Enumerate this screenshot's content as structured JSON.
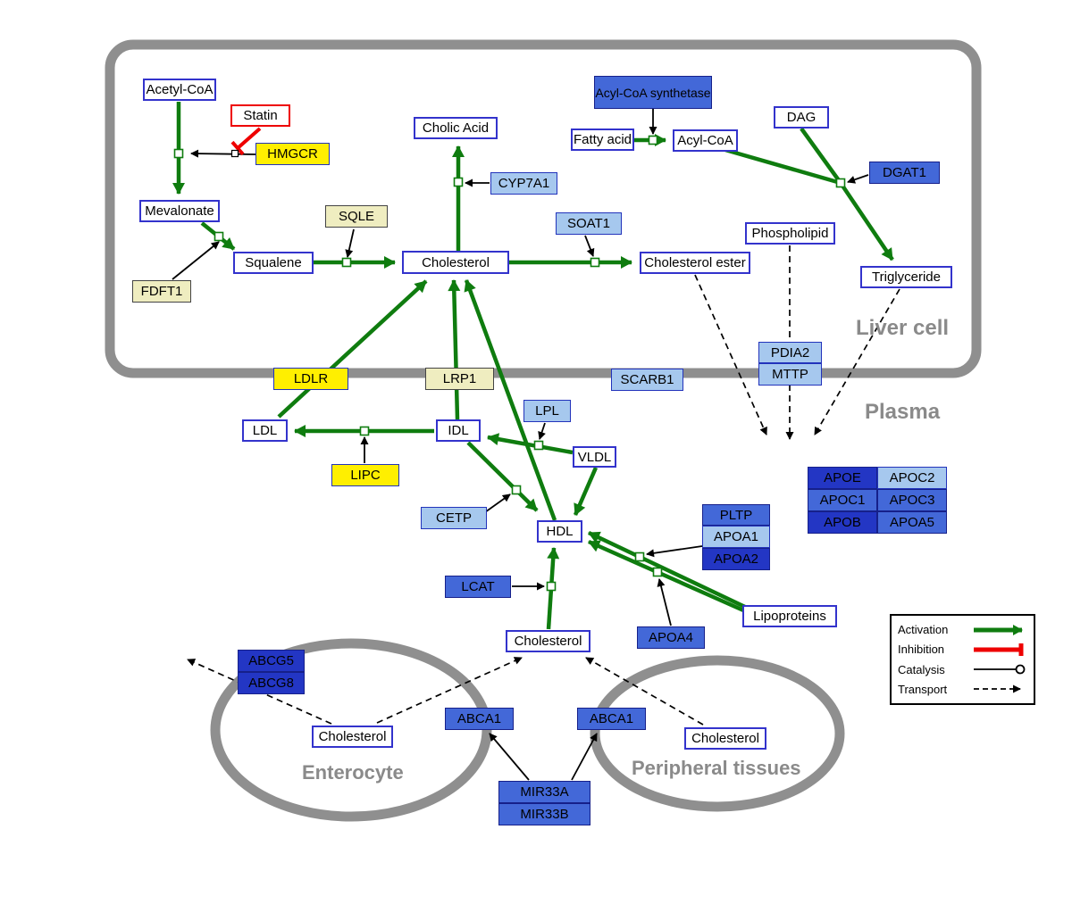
{
  "regions": {
    "liver": "Liver cell",
    "plasma": "Plasma",
    "enterocyte": "Enterocyte",
    "peripheral": "Peripheral tissues"
  },
  "nodes": {
    "acetyl_coa": "Acetyl-CoA",
    "statin": "Statin",
    "hmgcr": "HMGCR",
    "mevalonate": "Mevalonate",
    "sqle": "SQLE",
    "fdft1": "FDFT1",
    "squalene": "Squalene",
    "cholesterol_liver": "Cholesterol",
    "cholic_acid": "Cholic Acid",
    "cyp7a1": "CYP7A1",
    "soat1": "SOAT1",
    "cholesterol_ester": "Cholesterol ester",
    "acyl_coa_synthetase": "Acyl-CoA synthetase",
    "fatty_acid": "Fatty acid",
    "acyl_coa": "Acyl-CoA",
    "dag": "DAG",
    "dgat1": "DGAT1",
    "phospholipid": "Phospholipid",
    "triglyceride": "Triglyceride",
    "ldlr": "LDLR",
    "lrp1": "LRP1",
    "scarb1": "SCARB1",
    "pdia2": "PDIA2",
    "mttp": "MTTP",
    "ldl": "LDL",
    "idl": "IDL",
    "lpl": "LPL",
    "vldl": "VLDL",
    "lipc": "LIPC",
    "cetp": "CETP",
    "hdl": "HDL",
    "pltp": "PLTP",
    "apoa1": "APOA1",
    "apoa2": "APOA2",
    "lcat": "LCAT",
    "apoa4": "APOA4",
    "lipoproteins": "Lipoproteins",
    "cholesterol_plasma": "Cholesterol",
    "apoe": "APOE",
    "apoc2": "APOC2",
    "apoc1": "APOC1",
    "apoc3": "APOC3",
    "apob": "APOB",
    "apoa5": "APOA5",
    "abcg5": "ABCG5",
    "abcg8": "ABCG8",
    "cholesterol_enterocyte": "Cholesterol",
    "abca1_enterocyte": "ABCA1",
    "abca1_peripheral": "ABCA1",
    "cholesterol_peripheral": "Cholesterol",
    "mir33a": "MIR33A",
    "mir33b": "MIR33B"
  },
  "legend": {
    "items": [
      "Activation",
      "Inhibition",
      "Catalysis",
      "Transport"
    ]
  },
  "colors": {
    "activation_green": "#0f7c0f",
    "inhibition_red": "#ee0000",
    "membrane_gray": "#8f8f8f",
    "metabolite_border_blue": "#3333cc",
    "gene_yellow": "#ffef00",
    "gene_pale_yellow": "#efedc0",
    "gene_light_blue": "#a6c8ee",
    "gene_blue": "#4368d8",
    "gene_dark_blue": "#2336c4"
  }
}
